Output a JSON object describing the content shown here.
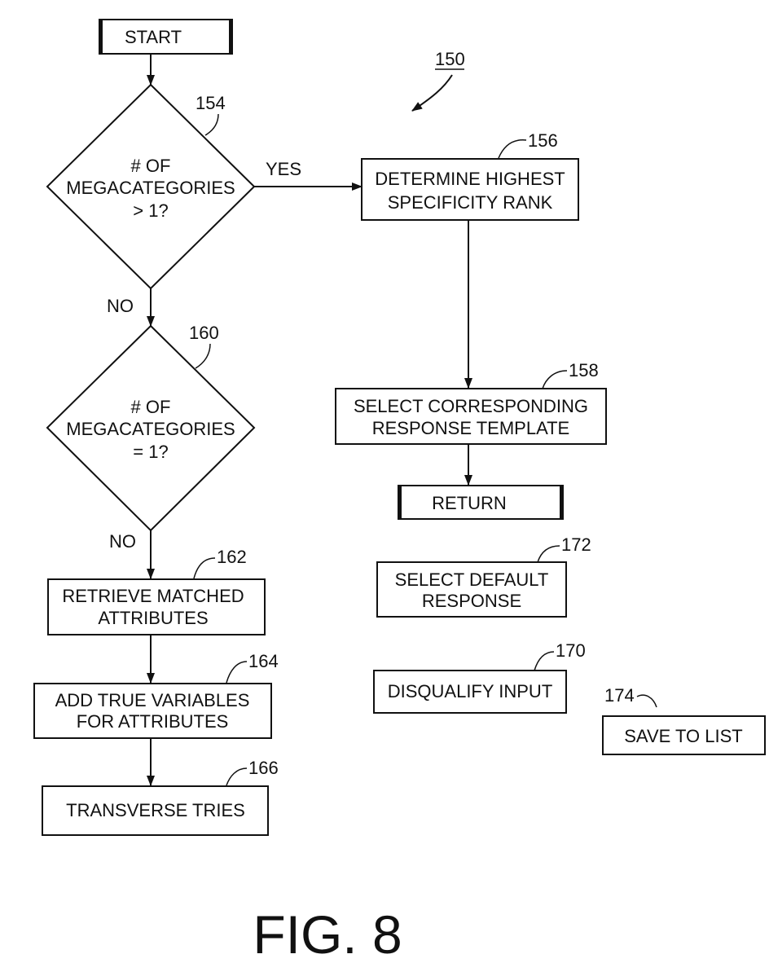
{
  "diagram": {
    "ref_overall": "150",
    "nodes": {
      "start": {
        "line1": "START"
      },
      "decision_154": {
        "ref": "154",
        "line1": "# OF",
        "line2": "MEGACATEGORIES",
        "line3": "> 1?"
      },
      "decision_160": {
        "ref": "160",
        "line1": "# OF",
        "line2": "MEGACATEGORIES",
        "line3": "= 1?"
      },
      "box_156": {
        "ref": "156",
        "line1": "DETERMINE HIGHEST",
        "line2": "SPECIFICITY RANK"
      },
      "box_158": {
        "ref": "158",
        "line1": "SELECT CORRESPONDING",
        "line2": "RESPONSE TEMPLATE"
      },
      "return": {
        "line1": "RETURN"
      },
      "box_172": {
        "ref": "172",
        "line1": "SELECT DEFAULT",
        "line2": "RESPONSE"
      },
      "box_170": {
        "ref": "170",
        "line1": "DISQUALIFY INPUT"
      },
      "box_174": {
        "ref": "174",
        "line1": "SAVE TO LIST"
      },
      "box_162": {
        "ref": "162",
        "line1": "RETRIEVE MATCHED",
        "line2": "ATTRIBUTES"
      },
      "box_164": {
        "ref": "164",
        "line1": "ADD TRUE VARIABLES",
        "line2": "FOR ATTRIBUTES"
      },
      "box_166": {
        "ref": "166",
        "line1": "TRANSVERSE TRIES"
      }
    },
    "edge_labels": {
      "yes": "YES",
      "no_154": "NO",
      "no_160": "NO"
    },
    "caption": "FIG. 8"
  }
}
